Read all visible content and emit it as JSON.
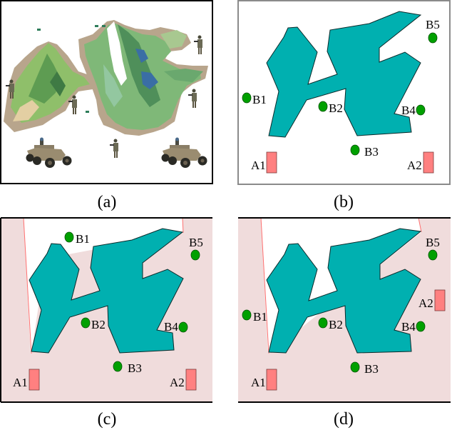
{
  "figure": {
    "panels": [
      {
        "id": "a",
        "caption": "(a)",
        "description": "3D terrain scene with mountains, lakes, five soldiers and two armored robotic vehicles"
      },
      {
        "id": "b",
        "caption": "(b)",
        "obstacle_color": "#00b0b0",
        "agent_color": "#ff8080",
        "target_color": "#00a000",
        "agents": [
          {
            "label": "A1"
          },
          {
            "label": "A2"
          }
        ],
        "targets": [
          {
            "label": "B1"
          },
          {
            "label": "B2"
          },
          {
            "label": "B3"
          },
          {
            "label": "B4"
          },
          {
            "label": "B5"
          }
        ]
      },
      {
        "id": "c",
        "caption": "(c)",
        "region_color": "#f0dcdc",
        "agents": [
          {
            "label": "A1"
          },
          {
            "label": "A2"
          }
        ],
        "targets": [
          {
            "label": "B1"
          },
          {
            "label": "B2"
          },
          {
            "label": "B3"
          },
          {
            "label": "B4"
          },
          {
            "label": "B5"
          }
        ]
      },
      {
        "id": "d",
        "caption": "(d)",
        "region_color": "#f0dcdc",
        "agents": [
          {
            "label": "A1"
          },
          {
            "label": "A2"
          }
        ],
        "targets": [
          {
            "label": "B1"
          },
          {
            "label": "B2"
          },
          {
            "label": "B3"
          },
          {
            "label": "B4"
          },
          {
            "label": "B5"
          }
        ]
      }
    ]
  }
}
